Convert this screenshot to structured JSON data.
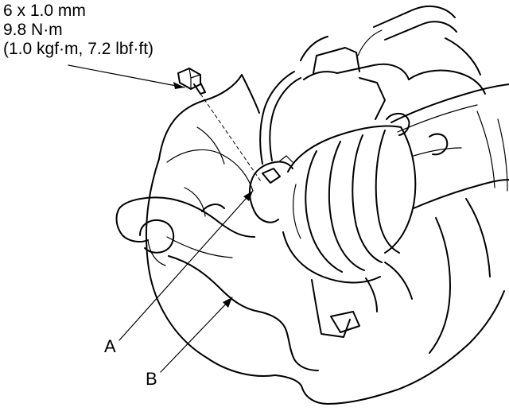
{
  "spec": {
    "size": "6 x 1.0 mm",
    "torque_nm": "9.8 N·m",
    "torque_alt": "(1.0 kgf·m, 7.2 lbf·ft)"
  },
  "callouts": {
    "a": "A",
    "b": "B"
  },
  "colors": {
    "line": "#000000",
    "background": "#ffffff"
  }
}
